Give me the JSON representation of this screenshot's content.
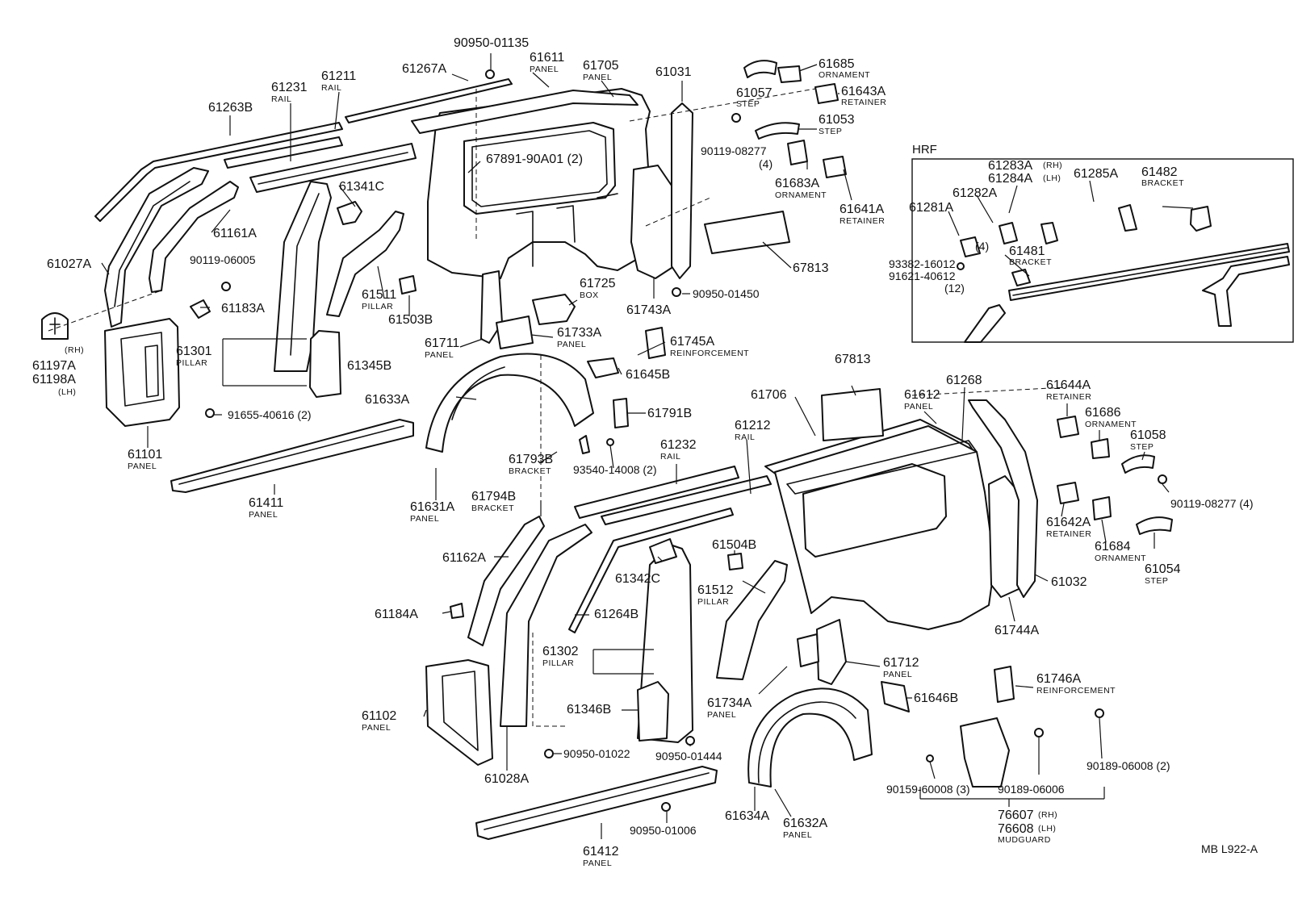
{
  "callouts": [
    {
      "id": "c1",
      "num": "90950-01135",
      "name": ""
    },
    {
      "id": "c2",
      "num": "61611",
      "name": "PANEL"
    },
    {
      "id": "c3",
      "num": "61705",
      "name": "PANEL"
    },
    {
      "id": "c4",
      "num": "61267A",
      "name": ""
    },
    {
      "id": "c5",
      "num": "61031",
      "name": ""
    },
    {
      "id": "c6",
      "num": "61211",
      "name": "RAIL"
    },
    {
      "id": "c7",
      "num": "61231",
      "name": "RAIL"
    },
    {
      "id": "c8",
      "num": "61263B",
      "name": ""
    },
    {
      "id": "c9",
      "num": "67891-90A01 (2)",
      "name": ""
    },
    {
      "id": "c10",
      "num": "61341C",
      "name": ""
    },
    {
      "id": "c11",
      "num": "61161A",
      "name": ""
    },
    {
      "id": "c12",
      "num": "61027A",
      "name": ""
    },
    {
      "id": "c13",
      "num": "90119-06005",
      "name": ""
    },
    {
      "id": "c14",
      "num": "61183A",
      "name": ""
    },
    {
      "id": "c15",
      "num": "61511",
      "name": "PILLAR"
    },
    {
      "id": "c16",
      "num": "61503B",
      "name": ""
    },
    {
      "id": "c17",
      "num": "61725",
      "name": "BOX"
    },
    {
      "id": "c18",
      "num": "61743A",
      "name": ""
    },
    {
      "id": "c19",
      "num": "90950-01450",
      "name": ""
    },
    {
      "id": "c20",
      "num": "67813",
      "name": ""
    },
    {
      "id": "c21",
      "num": "61685",
      "name": "ORNAMENT"
    },
    {
      "id": "c22",
      "num": "61057",
      "name": "STEP"
    },
    {
      "id": "c23",
      "num": "61643A",
      "name": "RETAINER"
    },
    {
      "id": "c24",
      "num": "61053",
      "name": "STEP"
    },
    {
      "id": "c25",
      "num": "90119-08277",
      "name": ""
    },
    {
      "id": "c26",
      "num": "(4)",
      "name": ""
    },
    {
      "id": "c27",
      "num": "61683A",
      "name": "ORNAMENT"
    },
    {
      "id": "c28",
      "num": "61641A",
      "name": "RETAINER"
    },
    {
      "id": "c29",
      "num": "61197A",
      "name": ""
    },
    {
      "id": "c30",
      "num": "61198A",
      "name": ""
    },
    {
      "id": "c31",
      "num": "61301",
      "name": "PILLAR"
    },
    {
      "id": "c32",
      "num": "61345B",
      "name": ""
    },
    {
      "id": "c33",
      "num": "61711",
      "name": "PANEL"
    },
    {
      "id": "c34",
      "num": "61733A",
      "name": "PANEL"
    },
    {
      "id": "c35",
      "num": "61745A",
      "name": "REINFORCEMENT"
    },
    {
      "id": "c36",
      "num": "61633A",
      "name": ""
    },
    {
      "id": "c37",
      "num": "61645B",
      "name": ""
    },
    {
      "id": "c38",
      "num": "91655-40616 (2)",
      "name": ""
    },
    {
      "id": "c39",
      "num": "61101",
      "name": "PANEL"
    },
    {
      "id": "c40",
      "num": "61791B",
      "name": ""
    },
    {
      "id": "c41",
      "num": "61411",
      "name": "PANEL"
    },
    {
      "id": "c42",
      "num": "61793B",
      "name": "BRACKET"
    },
    {
      "id": "c43",
      "num": "93540-14008 (2)",
      "name": ""
    },
    {
      "id": "c44",
      "num": "61631A",
      "name": "PANEL"
    },
    {
      "id": "c45",
      "num": "61794B",
      "name": "BRACKET"
    },
    {
      "id": "c46",
      "num": "61232",
      "name": "RAIL"
    },
    {
      "id": "c47",
      "num": "61212",
      "name": "RAIL"
    },
    {
      "id": "c48",
      "num": "61706",
      "name": ""
    },
    {
      "id": "c49",
      "num": "67813",
      "name": ""
    },
    {
      "id": "c50",
      "num": "61612",
      "name": "PANEL"
    },
    {
      "id": "c51",
      "num": "61268",
      "name": ""
    },
    {
      "id": "c52",
      "num": "61644A",
      "name": "RETAINER"
    },
    {
      "id": "c53",
      "num": "61686",
      "name": "ORNAMENT"
    },
    {
      "id": "c54",
      "num": "61058",
      "name": "STEP"
    },
    {
      "id": "c55",
      "num": "90119-08277 (4)",
      "name": ""
    },
    {
      "id": "c56",
      "num": "61642A",
      "name": "RETAINER"
    },
    {
      "id": "c57",
      "num": "61684",
      "name": "ORNAMENT"
    },
    {
      "id": "c58",
      "num": "61054",
      "name": "STEP"
    },
    {
      "id": "c59",
      "num": "61032",
      "name": ""
    },
    {
      "id": "c60",
      "num": "61744A",
      "name": ""
    },
    {
      "id": "c61",
      "num": "61162A",
      "name": ""
    },
    {
      "id": "c62",
      "num": "61342C",
      "name": ""
    },
    {
      "id": "c63",
      "num": "61504B",
      "name": ""
    },
    {
      "id": "c64",
      "num": "61512",
      "name": "PILLAR"
    },
    {
      "id": "c65",
      "num": "61184A",
      "name": ""
    },
    {
      "id": "c66",
      "num": "61264B",
      "name": ""
    },
    {
      "id": "c67",
      "num": "61302",
      "name": "PILLAR"
    },
    {
      "id": "c68",
      "num": "61712",
      "name": "PANEL"
    },
    {
      "id": "c69",
      "num": "61734A",
      "name": "PANEL"
    },
    {
      "id": "c70",
      "num": "61346B",
      "name": ""
    },
    {
      "id": "c71",
      "num": "61646B",
      "name": ""
    },
    {
      "id": "c72",
      "num": "61746A",
      "name": "REINFORCEMENT"
    },
    {
      "id": "c73",
      "num": "61102",
      "name": "PANEL"
    },
    {
      "id": "c74",
      "num": "90950-01022",
      "name": ""
    },
    {
      "id": "c75",
      "num": "90950-01444",
      "name": ""
    },
    {
      "id": "c76",
      "num": "61028A",
      "name": ""
    },
    {
      "id": "c77",
      "num": "90159-60008 (3)",
      "name": ""
    },
    {
      "id": "c78",
      "num": "90189-06006",
      "name": ""
    },
    {
      "id": "c79",
      "num": "90189-06008 (2)",
      "name": ""
    },
    {
      "id": "c80",
      "num": "90950-01006",
      "name": ""
    },
    {
      "id": "c81",
      "num": "61634A",
      "name": ""
    },
    {
      "id": "c82",
      "num": "61632A",
      "name": "PANEL"
    },
    {
      "id": "c83",
      "num": "76607",
      "name": ""
    },
    {
      "id": "c84",
      "num": "76608",
      "name": "MUDGUARD"
    },
    {
      "id": "c85",
      "num": "61412",
      "name": "PANEL"
    },
    {
      "id": "c86",
      "num": "61283A",
      "name": ""
    },
    {
      "id": "c87",
      "num": "61284A",
      "name": ""
    },
    {
      "id": "c88",
      "num": "61285A",
      "name": ""
    },
    {
      "id": "c89",
      "num": "61482",
      "name": "BRACKET"
    },
    {
      "id": "c90",
      "num": "61282A",
      "name": ""
    },
    {
      "id": "c91",
      "num": "61281A",
      "name": ""
    },
    {
      "id": "c92",
      "num": "(4)",
      "name": ""
    },
    {
      "id": "c93",
      "num": "61481",
      "name": "BRACKET"
    },
    {
      "id": "c94",
      "num": "93382-16012",
      "name": ""
    },
    {
      "id": "c95",
      "num": "91621-40612",
      "name": ""
    },
    {
      "id": "c96",
      "num": "(12)",
      "name": ""
    }
  ],
  "side_notes": [
    {
      "id": "s1",
      "text": "(RH)"
    },
    {
      "id": "s2",
      "text": "(LH)"
    },
    {
      "id": "s3",
      "text": "(RH)"
    },
    {
      "id": "s4",
      "text": "(LH)"
    },
    {
      "id": "s5",
      "text": "(RH)"
    },
    {
      "id": "s6",
      "text": "(LH)"
    }
  ],
  "inset_title": "HRF",
  "drawing_code": "MB  L922-A"
}
